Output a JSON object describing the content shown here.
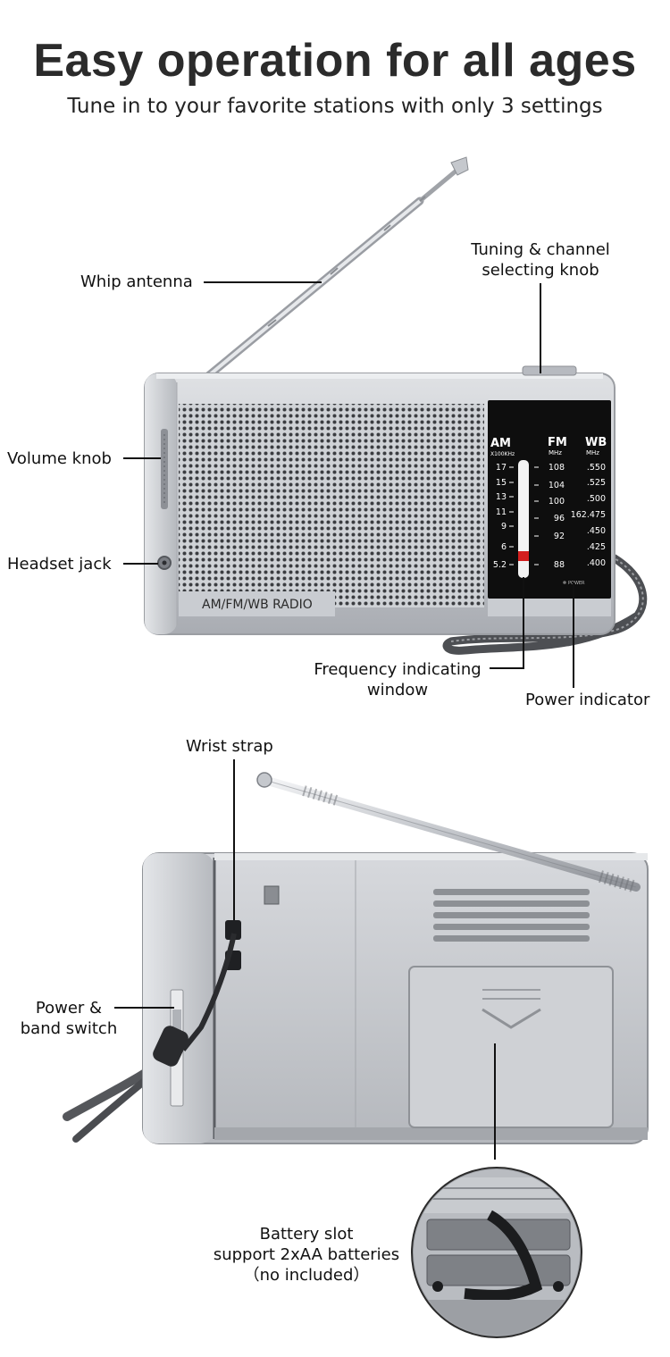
{
  "headline": "Easy operation for all ages",
  "subheadline": "Tune in to your favorite stations with only 3 settings",
  "front_labels": {
    "whip_antenna": "Whip antenna",
    "tuning_line1": "Tuning & channel",
    "tuning_line2": "selecting knob",
    "volume_knob": "Volume knob",
    "headset_jack": "Headset jack",
    "frequency_line1": "Frequency indicating",
    "frequency_line2": "window",
    "power_indicator": "Power indicator"
  },
  "back_labels": {
    "wrist_strap": "Wrist strap",
    "power_band_line1": "Power &",
    "power_band_line2": "band switch",
    "battery_line1": "Battery slot",
    "battery_line2": "support 2xAA batteries",
    "battery_line3": "（no included）"
  },
  "radio": {
    "model_text": "AM/FM/WB  RADIO",
    "dial": {
      "am_title": "AM",
      "am_unit": "X100KHz",
      "fm_title": "FM",
      "fm_unit": "MHz",
      "wb_title": "WB",
      "wb_unit": "MHz",
      "am_scale": [
        "17",
        "15",
        "13",
        "11",
        "9",
        "6",
        "5.2"
      ],
      "fm_scale": [
        "108",
        "104",
        "100",
        "96",
        "92",
        "88"
      ],
      "wb_scale": [
        ".550",
        ".525",
        ".500",
        "162.475",
        ".450",
        ".425",
        ".400"
      ],
      "power_text": "POWER"
    }
  },
  "colors": {
    "text": "#111111",
    "radio_silver": "#c9ccd1",
    "dial_panel": "#0e0e0e",
    "indicator_red": "#d41f1f"
  }
}
